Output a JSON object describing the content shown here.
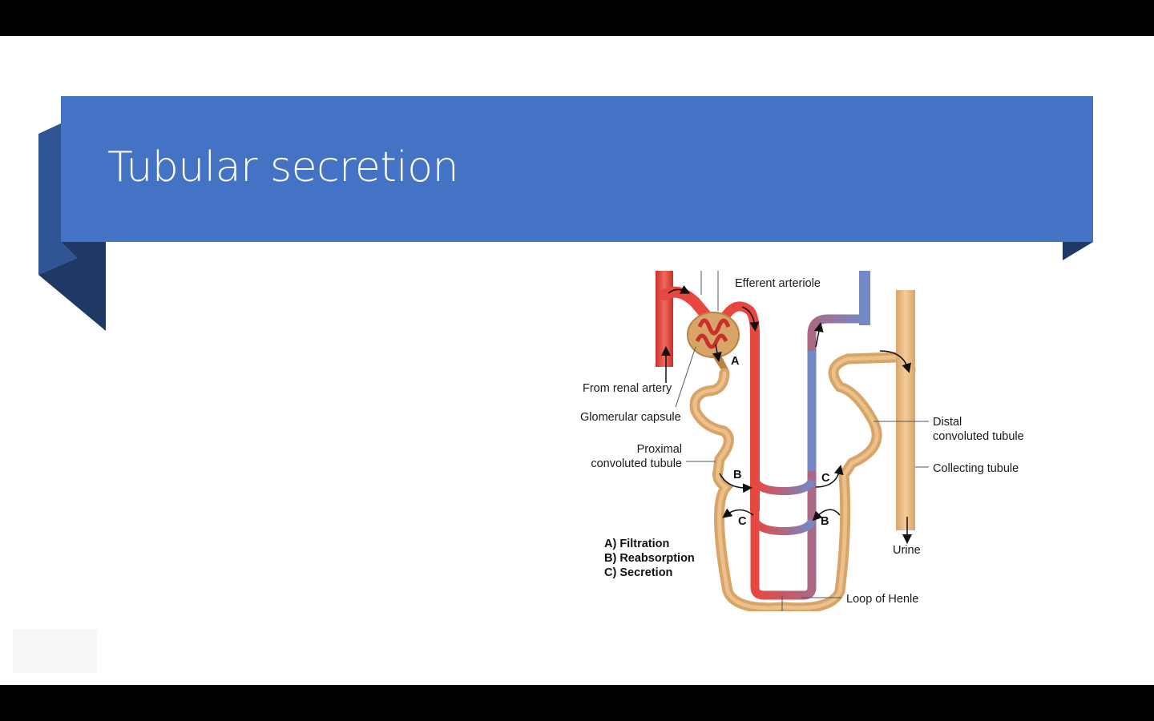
{
  "slide": {
    "title": "Tubular secretion"
  },
  "colors": {
    "title_bar": "#4472c4",
    "ribbon_mid": "#2f5597",
    "ribbon_dark": "#1f3864",
    "artery": "#e8473f",
    "vein": "#7289c6",
    "tubule": "#e2b57e"
  },
  "diagram": {
    "labels": {
      "efferent_arteriole": "Efferent arteriole",
      "from_renal_artery": "From renal artery",
      "glomerular_capsule": "Glomerular capsule",
      "proximal_line1": "Proximal",
      "proximal_line2": "convoluted tubule",
      "distal_line1": "Distal",
      "distal_line2": "convoluted tubule",
      "collecting_tubule": "Collecting tubule",
      "urine": "Urine",
      "loop_of_henle": "Loop of Henle"
    },
    "markers": {
      "a": "A",
      "b_left": "B",
      "c_left": "C",
      "c_right": "C",
      "b_right": "B"
    },
    "legend": [
      {
        "label": "A) Filtration"
      },
      {
        "label": "B) Reabsorption"
      },
      {
        "label": "C) Secretion"
      }
    ]
  }
}
